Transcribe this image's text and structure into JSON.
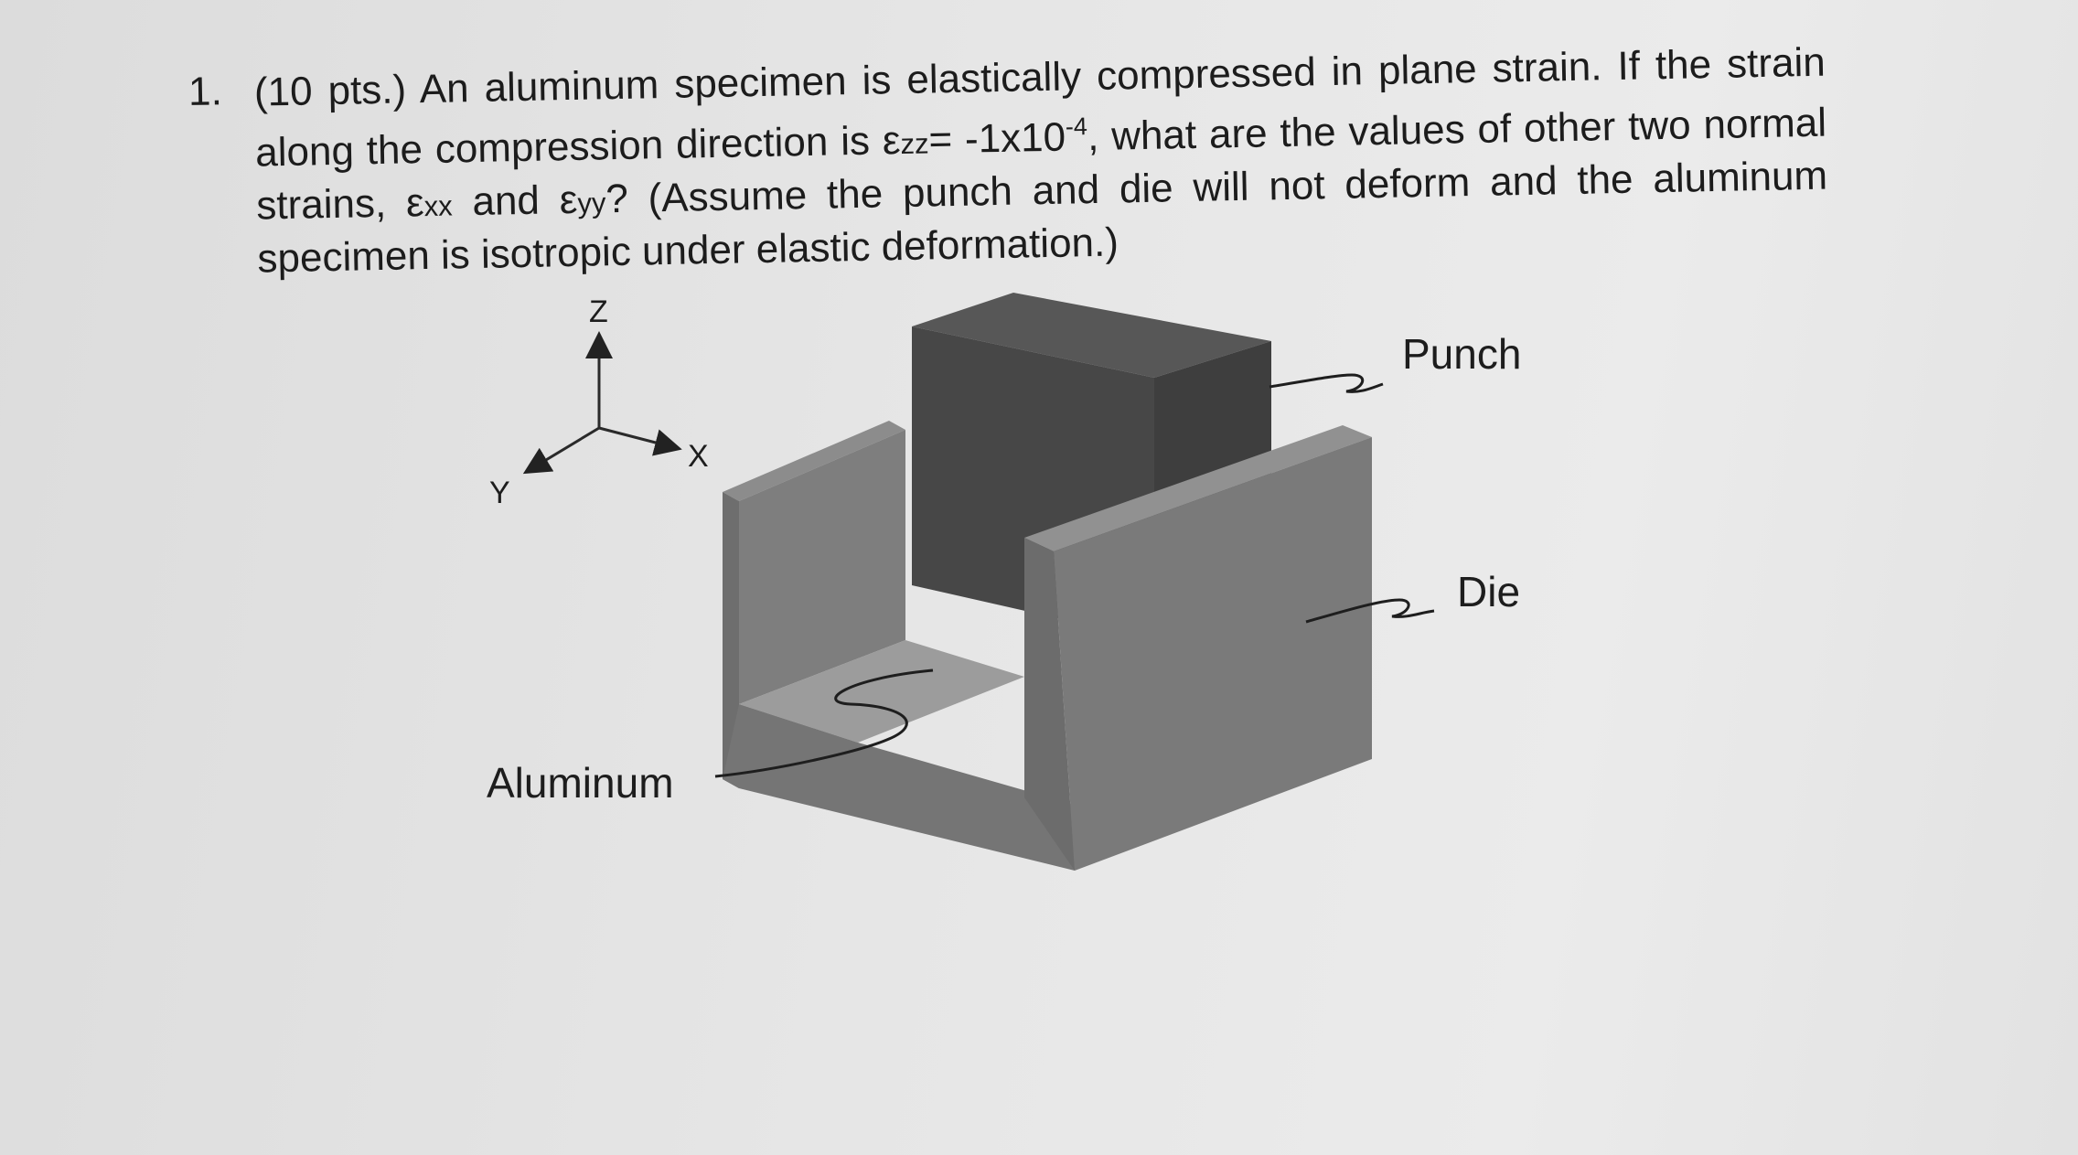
{
  "question": {
    "number": "1.",
    "points": "(10 pts.)",
    "part1": " An aluminum specimen is elastically compressed in plane strain. If the strain along the compression direction is ",
    "eps_symbol": "ε",
    "eps_zz_sub": "zz",
    "eps_zz_value": "= -1x10",
    "exponent": "-4",
    "part2": ", what are the values of other two normal strains, ",
    "eps_xx_sub": "xx",
    "and_word": " and ",
    "eps_yy_sub": "yy",
    "part3": "? (Assume the punch and die will not deform and the aluminum specimen is isotropic under elastic deformation.)"
  },
  "figure": {
    "axis_z": "Z",
    "axis_x": "X",
    "axis_y": "Y",
    "label_punch": "Punch",
    "label_die": "Die",
    "label_aluminum": "Aluminum"
  },
  "colors": {
    "page": "#e4e4e4",
    "text": "#1c1c1c",
    "punch_front": "#4a4a4a",
    "punch_top": "#555555",
    "die_front": "#7c7c7c",
    "die_top": "#8e8e8e",
    "aluminum": "#9a9a9a"
  }
}
